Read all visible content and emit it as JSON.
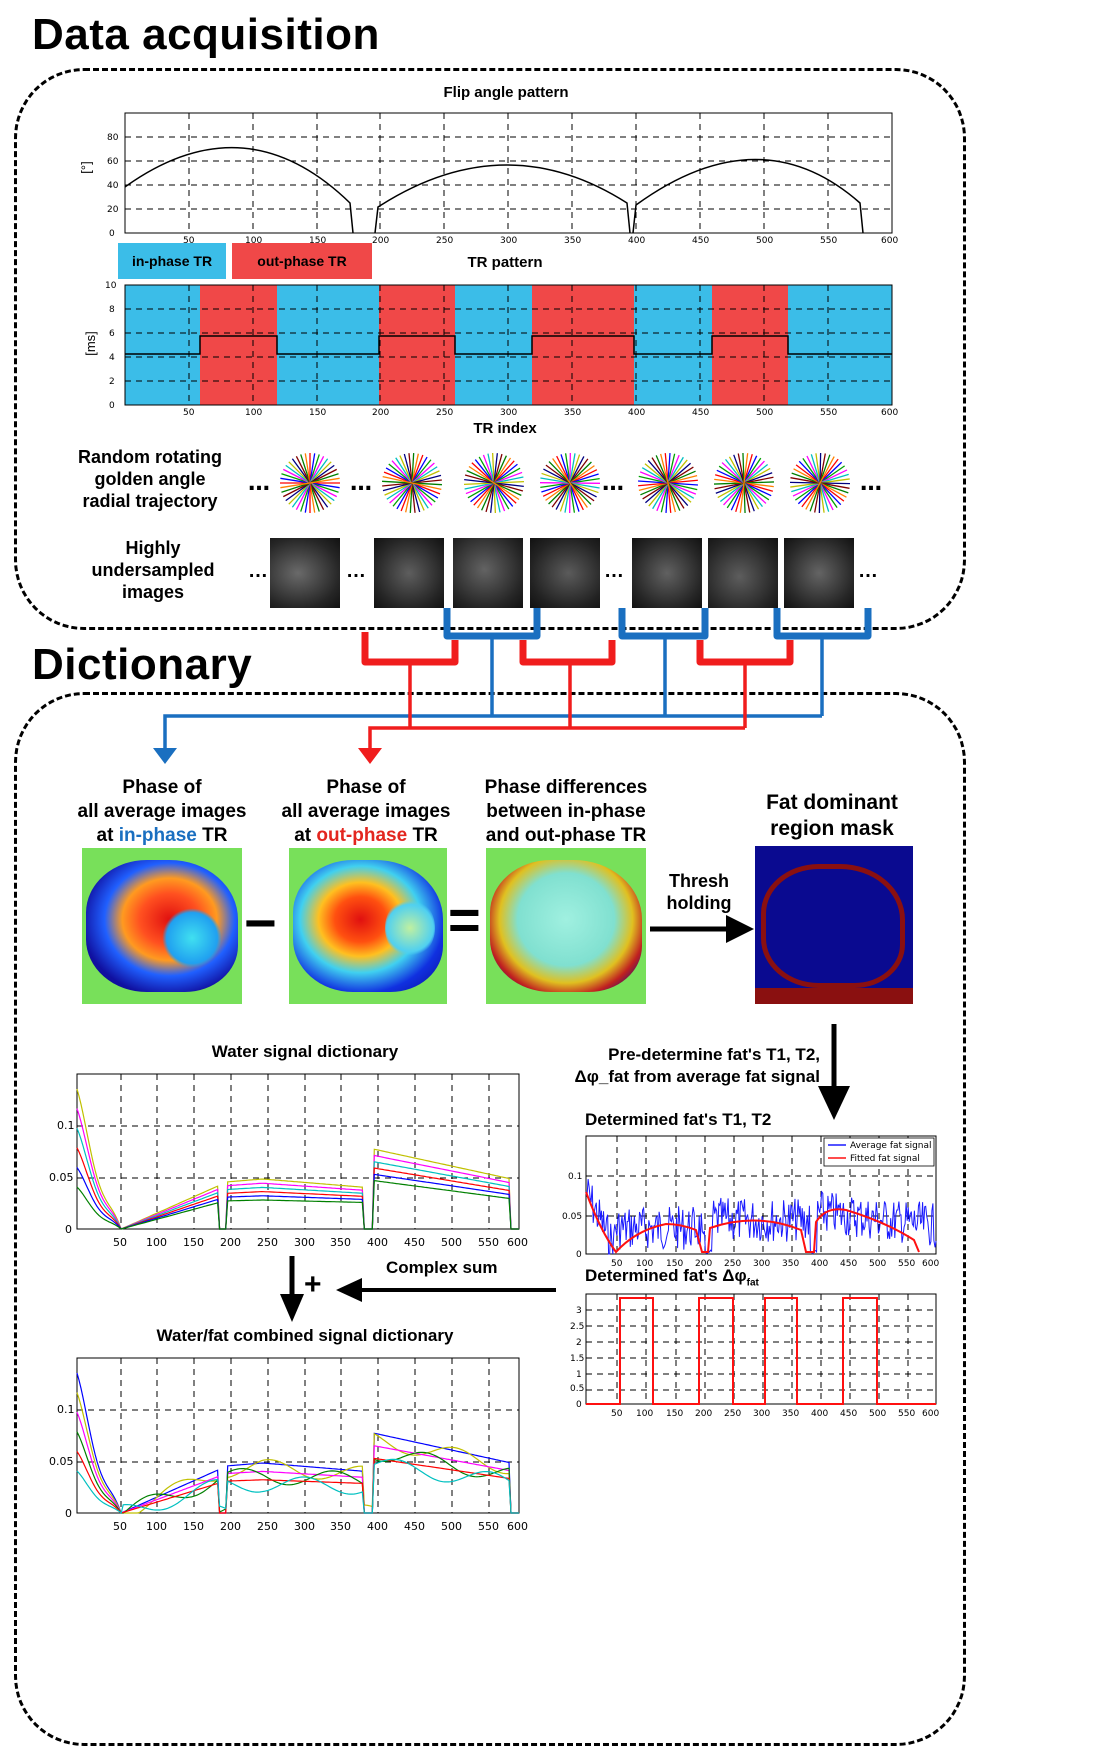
{
  "sections": {
    "acquisition_title": "Data acquisition",
    "dictionary_title": "Dictionary"
  },
  "flip_plot": {
    "title": "Flip angle pattern",
    "ylabel": "[°]",
    "yticks": [
      "0",
      "20",
      "40",
      "60",
      "80"
    ],
    "xticks": [
      "50",
      "100",
      "150",
      "200",
      "250",
      "300",
      "350",
      "400",
      "450",
      "500",
      "550",
      "600"
    ]
  },
  "tr_plot": {
    "title": "TR pattern",
    "xlabel": "TR index",
    "ylabel": "[ms]",
    "legend_in": "in-phase TR",
    "legend_out": "out-phase TR",
    "yticks": [
      "0",
      "2",
      "4",
      "6",
      "8",
      "10"
    ],
    "xticks": [
      "50",
      "100",
      "150",
      "200",
      "250",
      "300",
      "350",
      "400",
      "450",
      "500",
      "550",
      "600"
    ]
  },
  "trajectory_label": [
    "Random rotating",
    "golden angle",
    "radial trajectory"
  ],
  "images_label": [
    "Highly",
    "undersampled",
    "images"
  ],
  "phase_in": {
    "l1": "Phase of",
    "l2": "all average images",
    "l3a": "at ",
    "l3b": "in-phase",
    "l3c": " TR"
  },
  "phase_out": {
    "l1": "Phase of",
    "l2": "all average images",
    "l3a": "at ",
    "l3b": "out-phase",
    "l3c": " TR"
  },
  "phase_diff": [
    "Phase differences",
    "between in-phase",
    "and out-phase TR"
  ],
  "fat_mask": [
    "Fat dominant",
    "region mask"
  ],
  "threshold": [
    "Thresh",
    "holding"
  ],
  "predetermine": [
    "Pre-determine fat's T1, T2,",
    "Δφ_fat from average fat signal"
  ],
  "water_plot": {
    "title": "Water signal dictionary",
    "yticks": [
      "0",
      "0.05",
      "0.1"
    ],
    "xticks": [
      "50",
      "100",
      "150",
      "200",
      "250",
      "300",
      "350",
      "400",
      "450",
      "500",
      "550",
      "600"
    ]
  },
  "fat_t1t2_plot": {
    "title": "Determined fat's T1, T2",
    "legend": [
      "Average fat signal",
      "Fitted fat signal"
    ],
    "yticks": [
      "0",
      "0.05",
      "0.1"
    ],
    "xticks": [
      "50",
      "100",
      "150",
      "200",
      "250",
      "300",
      "350",
      "400",
      "450",
      "500",
      "550",
      "600"
    ]
  },
  "fat_phi_plot": {
    "title": "Determined fat's Δφ",
    "title_sub": "fat",
    "yticks": [
      "0",
      "0.5",
      "1",
      "1.5",
      "2",
      "2.5",
      "3"
    ],
    "xticks": [
      "50",
      "100",
      "150",
      "200",
      "250",
      "300",
      "350",
      "400",
      "450",
      "500",
      "550",
      "600"
    ]
  },
  "complex_sum": "Complex sum",
  "plus": "+",
  "combined_plot": {
    "title": "Water/fat combined signal dictionary",
    "yticks": [
      "0",
      "0.05",
      "0.1"
    ],
    "xticks": [
      "50",
      "100",
      "150",
      "200",
      "250",
      "300",
      "350",
      "400",
      "450",
      "500",
      "550",
      "600"
    ]
  },
  "operators": {
    "minus": "−",
    "equals": "="
  },
  "ellipsis": "…",
  "colors": {
    "in_phase": "#3bbde8",
    "out_phase": "#f04848",
    "blue_arrow": "#1a6fc0",
    "red_arrow": "#f01d1d"
  }
}
